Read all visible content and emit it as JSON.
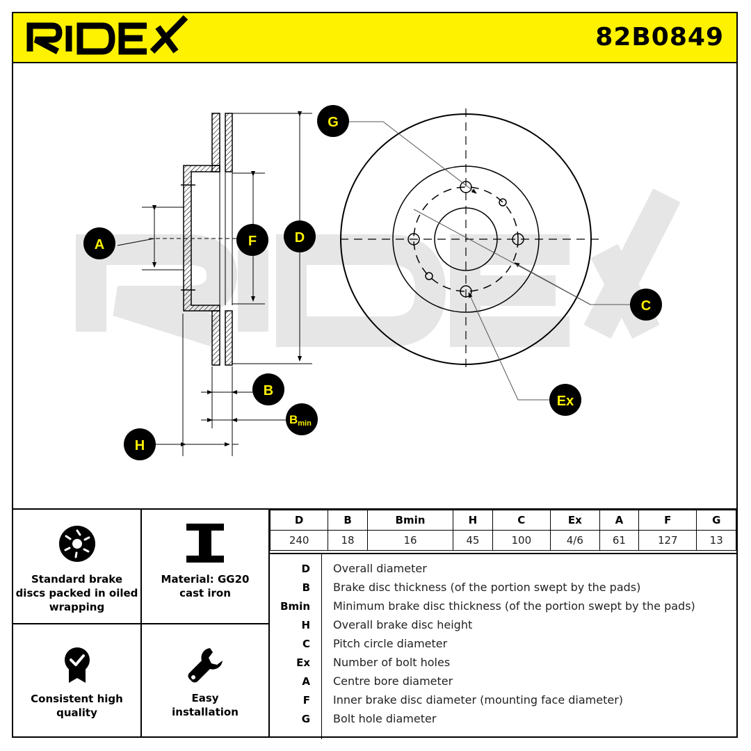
{
  "header": {
    "brand": "RIDEX",
    "part_number": "82B0849"
  },
  "colors": {
    "accent_yellow": "#fff200",
    "watermark_gray": "#e6e6e6",
    "line": "#000000"
  },
  "diagram": {
    "watermark": "RIDEX",
    "callouts": {
      "A": "A",
      "F": "F",
      "D": "D",
      "G": "G",
      "C": "C",
      "Ex": "Ex",
      "B": "B",
      "Bmin_main": "B",
      "Bmin_sub": "min",
      "H": "H"
    }
  },
  "features": [
    {
      "icon": "oiled-disc-icon",
      "caption": [
        "Standard brake",
        "discs packed in oiled",
        "wrapping"
      ]
    },
    {
      "icon": "i-beam-material-icon",
      "caption": [
        "Material: GG20",
        "cast iron"
      ]
    },
    {
      "icon": "quality-badge-icon",
      "caption": [
        "Consistent high",
        "quality"
      ]
    },
    {
      "icon": "wrench-icon",
      "caption": [
        "Easy",
        "installation"
      ]
    }
  ],
  "spec_table": {
    "headers": [
      "D",
      "B",
      "Bmin",
      "H",
      "C",
      "Ex",
      "A",
      "F",
      "G"
    ],
    "values": [
      "240",
      "18",
      "16",
      "45",
      "100",
      "4/6",
      "61",
      "127",
      "13"
    ]
  },
  "legend": [
    {
      "key": "D",
      "desc": "Overall diameter"
    },
    {
      "key": "B",
      "desc": "Brake disc thickness (of the portion swept by the pads)"
    },
    {
      "key": "Bmin",
      "desc": "Minimum brake disc thickness (of the portion swept by the pads)"
    },
    {
      "key": "H",
      "desc": "Overall brake disc height"
    },
    {
      "key": "C",
      "desc": "Pitch circle diameter"
    },
    {
      "key": "Ex",
      "desc": "Number of bolt holes"
    },
    {
      "key": "A",
      "desc": "Centre bore diameter"
    },
    {
      "key": "F",
      "desc": "Inner brake disc diameter (mounting face diameter)"
    },
    {
      "key": "G",
      "desc": "Bolt hole diameter"
    }
  ]
}
